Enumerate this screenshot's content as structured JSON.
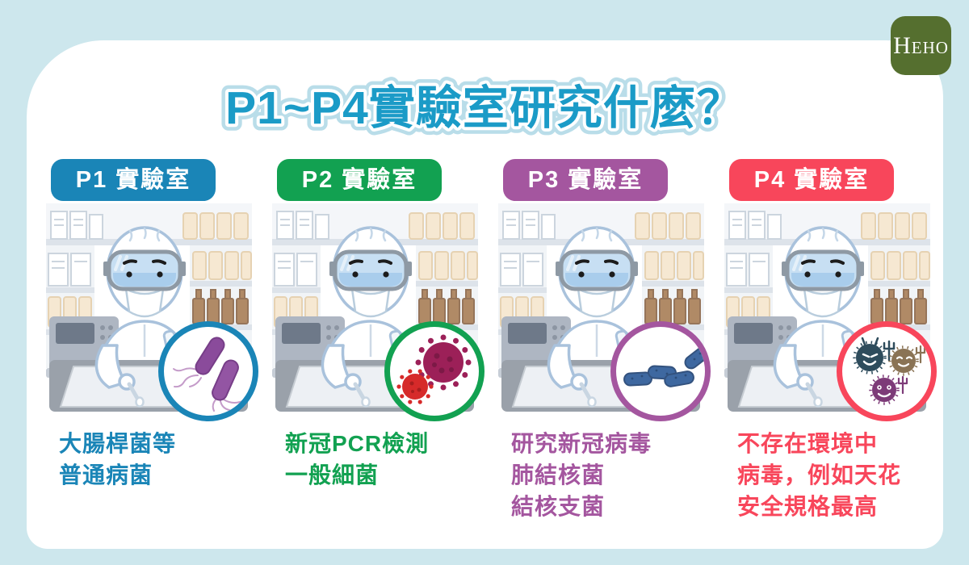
{
  "page": {
    "background_color": "#cde7ed",
    "card_color": "#ffffff"
  },
  "logo": {
    "text": "Heho",
    "background_color": "#556f2f",
    "text_color": "#ffffff"
  },
  "title": {
    "text": "P1~P4實驗室研究什麼？",
    "color": "#1b9bc7",
    "inner_outline_color": "#ffffff",
    "outer_outline_color": "#b9dde9"
  },
  "illustration_name": "scientist-in-protective-suit-working-in-lab",
  "columns": [
    {
      "badge_label": "P1 實驗室",
      "accent_color": "#1a85b7",
      "pathogen_icon": "purple-bacteria-with-flagella-icon",
      "lines": [
        "大腸桿菌等",
        "普通病菌"
      ]
    },
    {
      "badge_label": "P2 實驗室",
      "accent_color": "#12a151",
      "pathogen_icon": "coronavirus-particles-icon",
      "lines": [
        "新冠PCR檢測",
        "一般細菌"
      ]
    },
    {
      "badge_label": "P3 實驗室",
      "accent_color": "#a4569f",
      "pathogen_icon": "blue-rod-bacteria-chain-icon",
      "lines": [
        "研究新冠病毒",
        "肺結核菌",
        "結核支菌"
      ]
    },
    {
      "badge_label": "P4 實驗室",
      "accent_color": "#f8465b",
      "pathogen_icon": "virus-monsters-with-pitchforks-icon",
      "lines": [
        "不存在環境中",
        "病毒，例如天花",
        "安全規格最高"
      ]
    }
  ]
}
